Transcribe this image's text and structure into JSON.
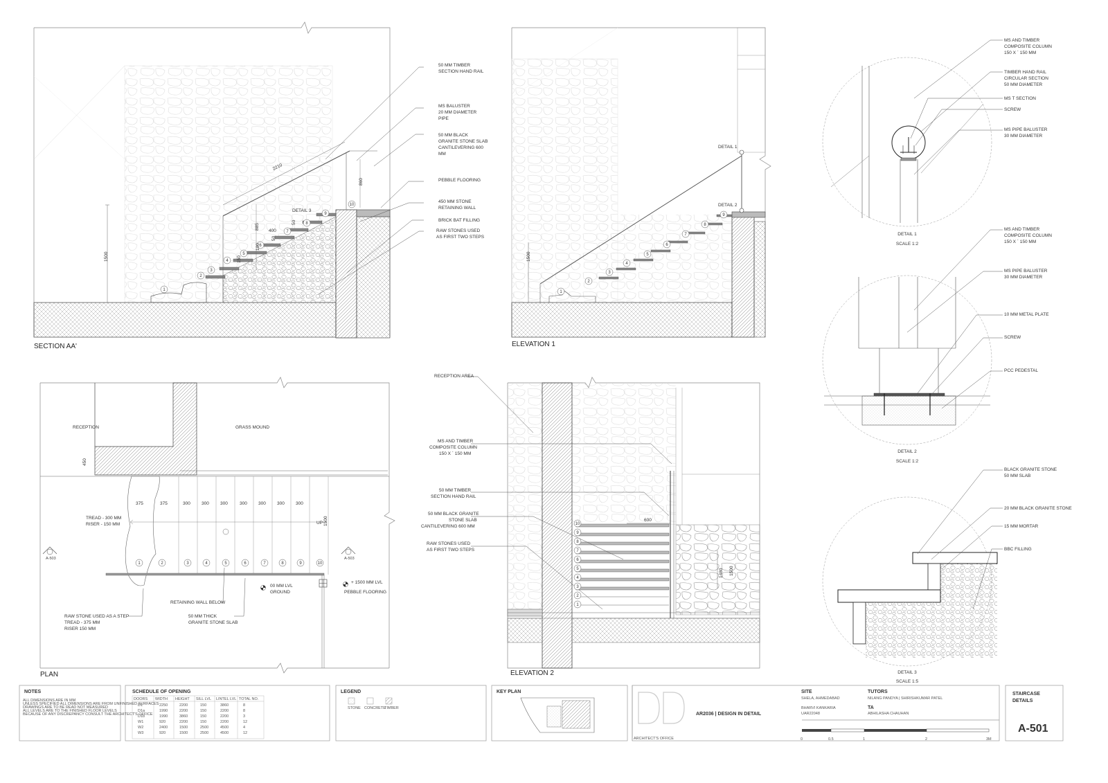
{
  "views": {
    "section_aa": "SECTION AA'",
    "elevation_1": "ELEVATION 1",
    "plan": "PLAN",
    "elevation_2": "ELEVATION 2"
  },
  "section_labels": {
    "hand_rail": [
      "50 MM TIMBER",
      "SECTION HAND RAIL"
    ],
    "baluster": [
      "MS BALUSTER",
      "20 MM DIAMETER",
      "PIPE"
    ],
    "granite_slab": [
      "50 MM BLACK",
      "GRANITE STONE SLAB",
      "CANTILEVERING 600",
      "MM"
    ],
    "pebble": [
      "PEBBLE FLOORING"
    ],
    "retaining_wall": [
      "450 MM STONE",
      "RETAINING WALL"
    ],
    "brick_bat": [
      "BRICK BAT FILLING"
    ],
    "raw_stones": [
      "RAW STONES USED",
      "AS FIRST TWO STEPS"
    ],
    "detail_3": "DETAIL 3"
  },
  "section_dims": {
    "rail_length": "2210",
    "rail_height": "860",
    "height": "1500",
    "d885": "885",
    "d400": "400",
    "d50a": "50",
    "d50b": "50",
    "d150": "150",
    "d100": "100"
  },
  "elevation1_labels": {
    "detail_1": "DETAIL 1",
    "detail_2": "DETAIL 2",
    "height": "1500"
  },
  "plan_labels": {
    "reception": "RECEPTION",
    "grass_mound": "GRASS MOUND",
    "dim_450": "450",
    "tread_riser": [
      "TREAD - 300 MM",
      "RISER - 150 MM"
    ],
    "up": "UP",
    "dim_1500": "1500",
    "raw_stone": [
      "RAW STONE USED AS A STEP",
      "TREAD - 375 MM",
      "RISER 150 MM"
    ],
    "retaining_wall_below": "RETAINING WALL BELOW",
    "granite_slab": [
      "50 MM THICK",
      "GRANITE STONE SLAB"
    ],
    "lvl_ground": [
      "00 MM LVL",
      "GROUND"
    ],
    "lvl_pebble": [
      "+ 1500 MM LVL",
      "PEBBLE FLOORING"
    ],
    "section_marker": "A-503",
    "tread_dims": [
      "375",
      "375",
      "300",
      "300",
      "300",
      "300",
      "300",
      "300",
      "300"
    ]
  },
  "elevation2_labels": {
    "reception_area": "RECEPTION AREA",
    "column": [
      "MS AND TIMBER",
      "COMPOSITE COLUMN",
      "150 X ` 150 MM"
    ],
    "hand_rail": [
      "50 MM TIMBER",
      "SECTION HAND RAIL"
    ],
    "granite_slab": [
      "50 MM BLACK GRANITE",
      "STONE SLAB",
      "CANTILEVERING 600 MM"
    ],
    "raw_stones": [
      "RAW STONES USED",
      "AS FIRST TWO STEPS"
    ],
    "dim_600": "600",
    "dim_1480": "1480",
    "dim_1500": "1500"
  },
  "step_numbers": [
    "1",
    "2",
    "3",
    "4",
    "5",
    "6",
    "7",
    "8",
    "9",
    "10"
  ],
  "details": {
    "detail_1": {
      "caption": "DETAIL 1",
      "scale": "SCALE 1:2",
      "labels": [
        [
          "MS AND TIMBER",
          "COMPOSITE COLUMN",
          "150 X ` 150 MM"
        ],
        [
          "TIMBER HAND RAIL",
          "CIRCULAR SECTION",
          "50 MM DIAMETER"
        ],
        [
          "MS T SECTION"
        ],
        [
          "SCREW"
        ],
        [
          "MS PIPE BALUSTER",
          "30 MM DIAMETER"
        ]
      ]
    },
    "detail_2": {
      "caption": "DETAIL 2",
      "scale": "SCALE 1:2",
      "labels": [
        [
          "MS AND TIMBER",
          "COMPOSITE COLUMN",
          "150 X ` 150 MM"
        ],
        [
          "MS PIPE BALUSTER",
          "30 MM DIAMETER"
        ],
        [
          "10 MM METAL PLATE"
        ],
        [
          "SCREW"
        ],
        [
          "PCC PEDESTAL"
        ]
      ]
    },
    "detail_3": {
      "caption": "DETAIL 3",
      "scale": "SCALE 1:5",
      "labels": [
        [
          "BLACK GRANITE STONE",
          "50 MM SLAB"
        ],
        [
          "20 MM  BLACK GRANITE STONE"
        ],
        [
          "15 MM MORTAR"
        ],
        [
          "BBC FILLING"
        ]
      ]
    }
  },
  "title_block": {
    "notes_title": "NOTES",
    "notes_lines": [
      "ALL DIMENSIONS ARE IN MM",
      "UNLESS SPECIFIED ALL DIMENSIONS ARE FROM UNFINISHED SURFACES",
      "DRAWINGS ARE TO BE READ NOT MEASURED",
      "ALL LEVELS ARE TO THE FINISHED FLOOR LEVELS",
      "BECAUSE OF ANY DISCREPANCY CONSULT THE ARCHITECT'S OFFICE"
    ],
    "schedule_title": "SCHEDULE OF OPENING",
    "schedule_headers": [
      "DOORS",
      "WIDTH",
      "HEIGHT",
      "SILL LVL",
      "LINTEL LVL",
      "TOTAL NO."
    ],
    "schedule_rows": [
      [
        "D1",
        "2250",
        "2200",
        "150",
        "3860",
        "8"
      ],
      [
        "D1a",
        "1990",
        "2200",
        "150",
        "2200",
        "8"
      ],
      [
        "D1b",
        "1990",
        "3860",
        "150",
        "2200",
        "3"
      ],
      [
        "W1",
        "920",
        "2200",
        "150",
        "2200",
        "12"
      ],
      [
        "W2",
        "2400",
        "1500",
        "2500",
        "4500",
        "4"
      ],
      [
        "W3",
        "920",
        "1500",
        "2500",
        "4500",
        "12"
      ]
    ],
    "legend_title": "LEGEND",
    "legend_items": [
      "STONE",
      "CONCRETE",
      "TIMBER"
    ],
    "key_plan_title": "KEY PLAN",
    "office_label": "ARCHITECT'S OFFICE",
    "course": "AR2036  |  DESIGN IN DETAIL",
    "site_title": "SITE",
    "site_value": "SHELA, AHMEDABAD",
    "student_name": "BHARVI KANKARIA",
    "student_id": "UAR22048",
    "tutors_title": "TUTORS",
    "tutors_value": "NILANG PANDYA  |  SHIRISHKUMAR PATEL",
    "ta_title": "TA",
    "ta_value": "ABHILASHA CHAUHAN",
    "scale_ticks": [
      "0",
      "0.5",
      "1",
      "2",
      "3M"
    ],
    "sheet_title": [
      "STAIRCASE",
      "DETAILS"
    ],
    "sheet_number": "A-501"
  }
}
